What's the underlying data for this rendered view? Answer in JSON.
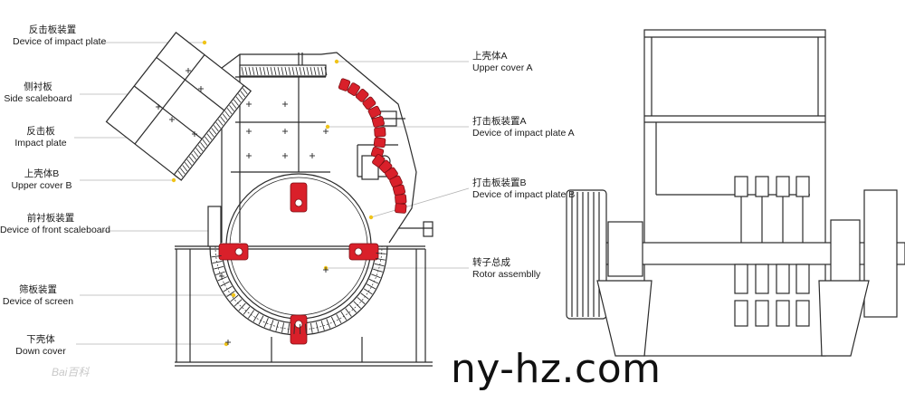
{
  "labels_left": [
    {
      "id": "impact-plate-device",
      "zh": "反击板装置",
      "en": "Device of impact plate"
    },
    {
      "id": "side-scaleboard",
      "zh": "侧衬板",
      "en": "Side scaleboard"
    },
    {
      "id": "impact-plate",
      "zh": "反击板",
      "en": "Impact plate"
    },
    {
      "id": "upper-cover-b",
      "zh": "上壳体B",
      "en": "Upper cover B"
    },
    {
      "id": "front-scaleboard",
      "zh": "前衬板装置",
      "en": "Device of front scaleboard"
    },
    {
      "id": "screen-device",
      "zh": "筛板装置",
      "en": "Device of screen"
    },
    {
      "id": "down-cover",
      "zh": "下壳体",
      "en": "Down cover"
    }
  ],
  "labels_right": [
    {
      "id": "upper-cover-a",
      "zh": "上壳体A",
      "en": "Upper cover A"
    },
    {
      "id": "impact-plate-a",
      "zh": "打击板装置A",
      "en": "Device of impact plate A"
    },
    {
      "id": "impact-plate-b",
      "zh": "打击板装置B",
      "en": "Device of impact plate B"
    },
    {
      "id": "rotor-assembly",
      "zh": "转子总成",
      "en": "Rotor assemblly"
    }
  ],
  "watermark": "ny-hz.com",
  "baidu_mark": "Bai百科",
  "colors": {
    "line": "#2b2b2b",
    "leader": "#b5b5b5",
    "dot": "#f0c419",
    "hammer": "#d9202a"
  }
}
